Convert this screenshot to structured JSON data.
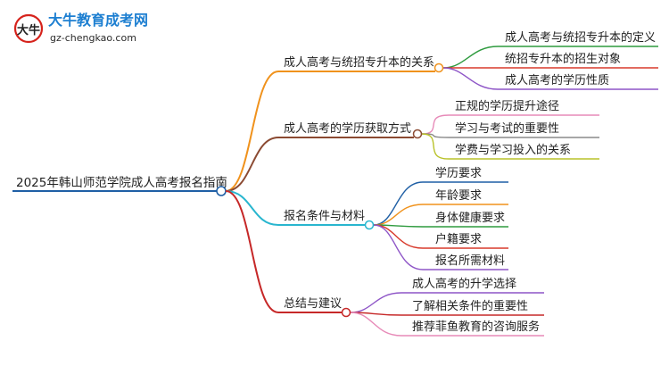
{
  "logo": {
    "title": "大牛教育成考网",
    "url": "gz-chengkao.com",
    "glyph": "大牛"
  },
  "root": {
    "label": "2025年韩山师范学院成人高考报名指南",
    "color": "#1f5fa5"
  },
  "branches": [
    {
      "label": "成人高考与统招专升本的关系",
      "color": "#f0921c",
      "children": [
        {
          "label": "成人高考与统招专升本的定义",
          "color": "#2f9b3f"
        },
        {
          "label": "统招专升本的招生对象",
          "color": "#d83a2c"
        },
        {
          "label": "成人高考的学历性质",
          "color": "#8e55c7"
        }
      ]
    },
    {
      "label": "成人高考的学历获取方式",
      "color": "#8b4a32",
      "children": [
        {
          "label": "正规的学历提升途径",
          "color": "#e78ab8"
        },
        {
          "label": "学习与考试的重要性",
          "color": "#8a8a8a"
        },
        {
          "label": "学费与学习投入的关系",
          "color": "#b9c22a"
        }
      ]
    },
    {
      "label": "报名条件与材料",
      "color": "#29b6cf",
      "children": [
        {
          "label": "学历要求",
          "color": "#1f5fa5"
        },
        {
          "label": "年龄要求",
          "color": "#f0921c"
        },
        {
          "label": "身体健康要求",
          "color": "#2f9b3f"
        },
        {
          "label": "户籍要求",
          "color": "#d83a2c"
        },
        {
          "label": "报名所需材料",
          "color": "#8e55c7"
        }
      ]
    },
    {
      "label": "总结与建议",
      "color": "#c62828",
      "children": [
        {
          "label": "成人高考的升学选择",
          "color": "#8e55c7"
        },
        {
          "label": "了解相关条件的重要性",
          "color": "#c62828"
        },
        {
          "label": "推荐菲鱼教育的咨询服务",
          "color": "#e78ab8"
        }
      ]
    }
  ]
}
